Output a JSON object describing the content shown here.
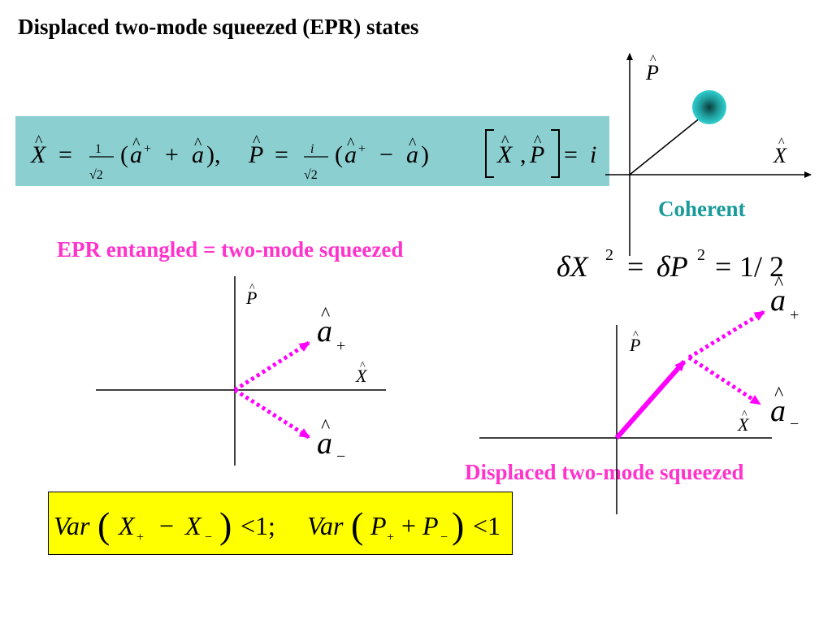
{
  "title": "Displaced two-mode squeezed (EPR) states",
  "labels": {
    "coherent": "Coherent",
    "epr_entangled": "EPR entangled = two-mode squeezed",
    "displaced": "Displaced two-mode squeezed"
  },
  "equations": {
    "quadratures": "X̂ = (1/√2)(â⁺ + â),  P̂ = (i/√2)(â⁺ − â)",
    "commutator": "[X̂ , P̂] = i",
    "variance": "δX² = δP² = 1/2",
    "criterion": "Var(X₊ − X₋) < 1;  Var(P₊ + P₋) < 1"
  },
  "axis_labels": {
    "x": "X̂",
    "p": "P̂"
  },
  "mode_labels": {
    "plus": "â₊",
    "minus": "â₋"
  },
  "colors": {
    "eq_box": "#8ccfd0",
    "criterion_box": "#ffff00",
    "coherent_text": "#1a9a9a",
    "magenta": "#ff00ff",
    "pink_text": "#ff33cc",
    "coherent_state": "#1fa5a5"
  }
}
